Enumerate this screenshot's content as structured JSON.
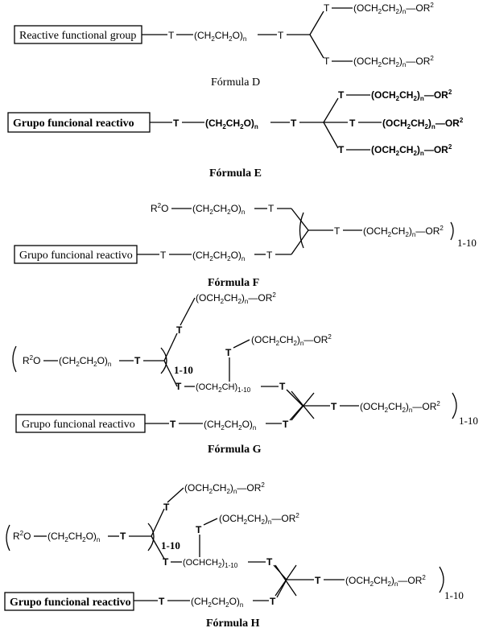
{
  "common": {
    "t": "T",
    "peg": "(CH",
    "peg_sub2": "2",
    "peg_mid": "CH",
    "peg_end": "O)",
    "n": "n",
    "och": "(OCH",
    "och_mid": "CH",
    "och_end": ")",
    "dash_or": "—OR",
    "r2": "2",
    "r2o": "R",
    "r2o_o": "O",
    "range": "1-10",
    "ch_branch": "(OCH",
    "ch_branch_end": "CH)",
    "ch_branch_h": "(OCHCH",
    "ch_branch_h_end": ")"
  },
  "formula_d": {
    "box_label": "Reactive functional group",
    "caption": "Fórmula D"
  },
  "formula_e": {
    "box_label": "Grupo funcional reactivo",
    "caption": "Fórmula E"
  },
  "formula_f": {
    "box_label": "Grupo funcional reactivo",
    "caption": "Fórmula F"
  },
  "formula_g": {
    "box_label": "Grupo funcional reactivo",
    "caption": "Fórmula G"
  },
  "formula_h": {
    "box_label": "Grupo funcional reactivo",
    "caption": "Fórmula H"
  }
}
